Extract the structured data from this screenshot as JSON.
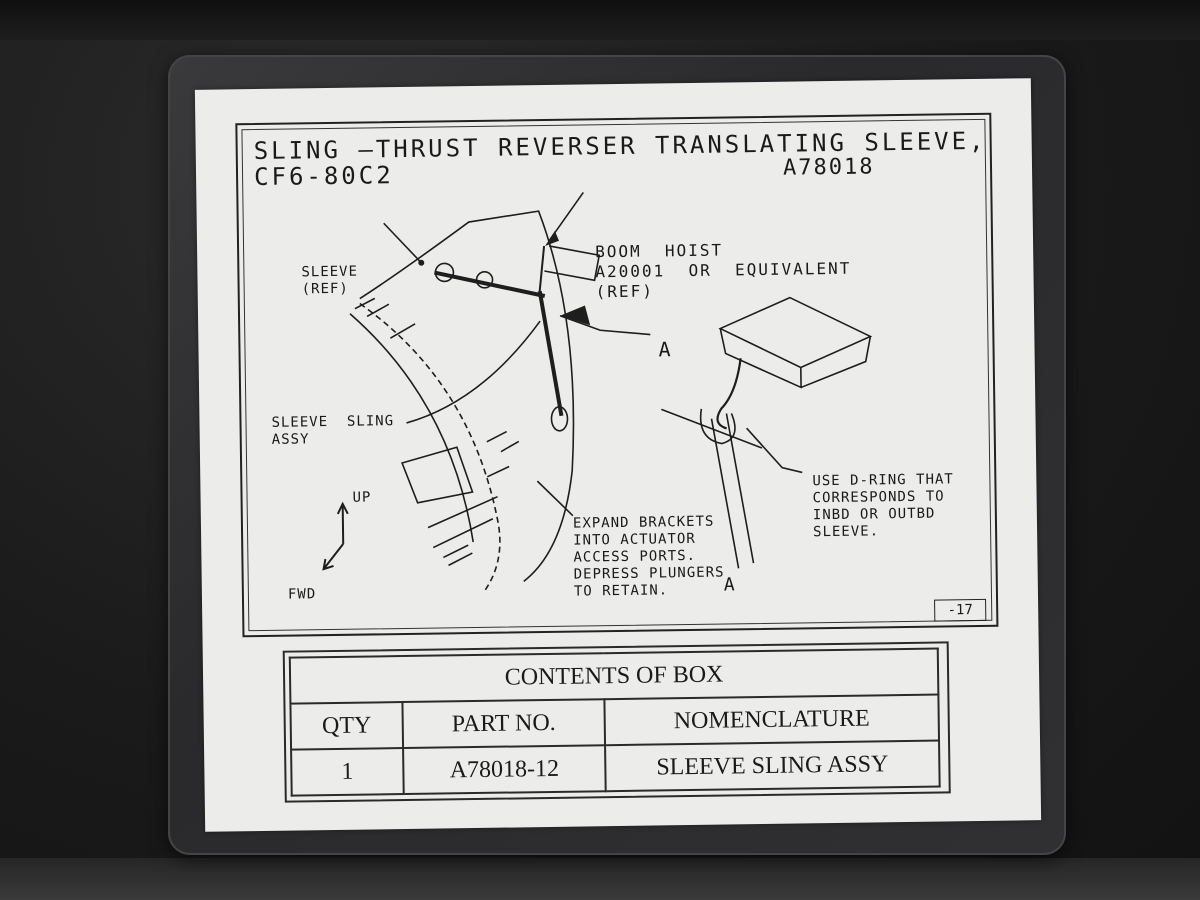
{
  "drawing": {
    "title_line1": "SLING —THRUST  REVERSER  TRANSLATING  SLEEVE,",
    "title_line2": "CF6-80C2",
    "part_number": "A78018",
    "labels": {
      "sleeve_ref": "SLEEVE\n(REF)",
      "boom_hoist": "BOOM  HOIST\nA20001  OR  EQUIVALENT\n(REF)",
      "sleeve_sling_assy": "SLEEVE  SLING\nASSY",
      "view_a_callout": "A",
      "view_a_detail": "A",
      "use_d_ring": "USE D-RING THAT\nCORRESPONDS TO\nINBD OR OUTBD\nSLEEVE.",
      "expand_brackets": "EXPAND BRACKETS\nINTO ACTUATOR\nACCESS PORTS.\nDEPRESS PLUNGERS\nTO RETAIN.",
      "up": "UP",
      "fwd": "FWD"
    },
    "sheet_number": "-17"
  },
  "contents_table": {
    "title": "CONTENTS OF BOX",
    "headers": [
      "QTY",
      "PART NO.",
      "NOMENCLATURE"
    ],
    "rows": [
      [
        "1",
        "A78018-12",
        "SLEEVE SLING ASSY"
      ]
    ]
  }
}
